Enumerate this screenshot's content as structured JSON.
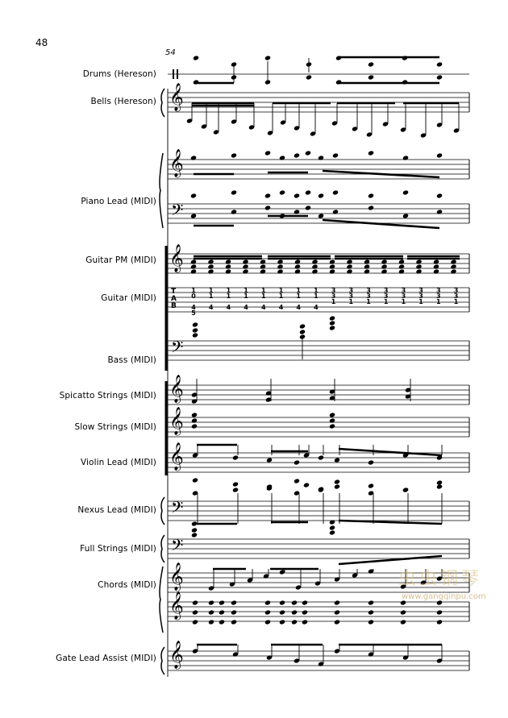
{
  "page_number": "48",
  "measure_number": "54",
  "instruments": [
    {
      "label": "Drums (Hereson)"
    },
    {
      "label": "Bells (Hereson)"
    },
    {
      "label": "Piano Lead (MIDI)"
    },
    {
      "label": "Guitar PM (MIDI)"
    },
    {
      "label": "Guitar (MIDI)"
    },
    {
      "label": "Bass (MIDI)"
    },
    {
      "label": "Spicatto Strings (MIDI)"
    },
    {
      "label": "Slow Strings (MIDI)"
    },
    {
      "label": "Violin Lead (MIDI)"
    },
    {
      "label": "Nexus Lead (MIDI)"
    },
    {
      "label": "Full Strings (MIDI)"
    },
    {
      "label": "Chords (MIDI)"
    },
    {
      "label": "Gate Lead Assist (MIDI)"
    }
  ],
  "tab": {
    "letters": [
      "T",
      "A",
      "B"
    ],
    "row1": [
      "1",
      "1",
      "1",
      "1",
      "1",
      "1",
      "1",
      "1",
      "3",
      "3",
      "3",
      "3",
      "3",
      "3",
      "3",
      "3"
    ],
    "row2": [
      "0",
      "1",
      "1",
      "1",
      "1",
      "1",
      "1",
      "1",
      "3",
      "3",
      "3",
      "3",
      "3",
      "3",
      "3",
      "3"
    ],
    "row3": [
      "",
      "",
      "",
      "",
      "",
      "",
      "",
      "",
      "1",
      "1",
      "1",
      "1",
      "1",
      "1",
      "1",
      "1"
    ],
    "row4": [
      "4",
      "4",
      "4",
      "4",
      "4",
      "4",
      "4",
      "4",
      "",
      "",
      "",
      "",
      "",
      "",
      "",
      ""
    ],
    "row5": [
      "5",
      "",
      "",
      "",
      "",
      "",
      "",
      "",
      "",
      "",
      "",
      "",
      "",
      "",
      "",
      ""
    ]
  },
  "watermark": {
    "chinese": "虫虫钢琴",
    "url": "www.gangqinpu.com"
  },
  "colors": {
    "ink": "#000000",
    "watermark": "#c9a86a"
  }
}
